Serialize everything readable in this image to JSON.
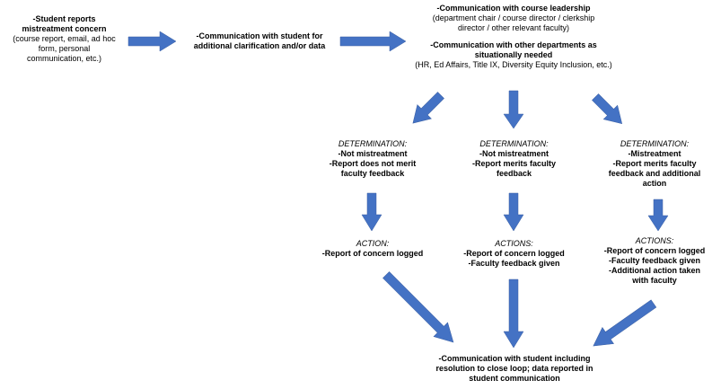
{
  "step1": {
    "title_lines": [
      "-Student reports",
      "mistreatment concern"
    ],
    "detail_lines": [
      "(course report, email, ad hoc",
      "form, personal",
      "communication, etc.)"
    ]
  },
  "step2": {
    "title_lines": [
      "-Communication with student for",
      "additional clarification and/or data"
    ]
  },
  "step3": {
    "leadership_title": "-Communication with course leadership",
    "leadership_detail_lines": [
      "(department chair / course director / clerkship",
      "director / other relevant faculty)"
    ],
    "departments_title_lines": [
      "-Communication with other departments as",
      "situationally needed"
    ],
    "departments_detail": "(HR, Ed Affairs, Title IX, Diversity Equity Inclusion, etc.)"
  },
  "determinations": [
    {
      "heading": "DETERMINATION:",
      "lines": [
        "-Not mistreatment",
        "-Report does not merit",
        "faculty feedback"
      ]
    },
    {
      "heading": "DETERMINATION:",
      "lines": [
        "-Not mistreatment",
        "-Report merits faculty",
        "feedback"
      ]
    },
    {
      "heading": "DETERMINATION:",
      "lines": [
        "-Mistreatment",
        "-Report merits faculty",
        "feedback and additional",
        "action"
      ]
    }
  ],
  "actions": [
    {
      "heading": "ACTION:",
      "lines": [
        "-Report of concern logged"
      ]
    },
    {
      "heading": "ACTIONS:",
      "lines": [
        "-Report of concern logged",
        "-Faculty feedback given"
      ]
    },
    {
      "heading": "ACTIONS:",
      "lines": [
        "-Report of concern logged",
        "-Faculty feedback given",
        "-Additional action taken",
        "with faculty"
      ]
    }
  ],
  "final": {
    "lines": [
      "-Communication with student including",
      "resolution to close loop; data reported in",
      "student communication"
    ]
  },
  "colors": {
    "arrow_fill": "#4472c4",
    "arrow_stroke": "#3a5fa3"
  }
}
